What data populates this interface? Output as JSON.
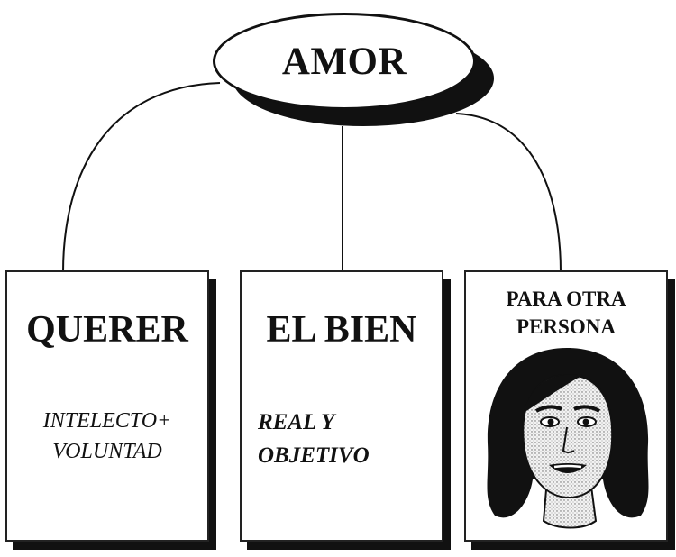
{
  "root": {
    "label": "AMOR"
  },
  "nodes": [
    {
      "title": "QUERER",
      "subtitle_lines": [
        "INTELECTO+",
        "VOLUNTAD"
      ]
    },
    {
      "title": "EL BIEN",
      "subtitle_lines": [
        "REAL Y",
        "OBJETIVO"
      ]
    },
    {
      "title_lines": [
        "PARA OTRA",
        "PERSONA"
      ],
      "icon": "woman-face-icon"
    }
  ],
  "colors": {
    "ink": "#111111",
    "background": "#ffffff"
  }
}
